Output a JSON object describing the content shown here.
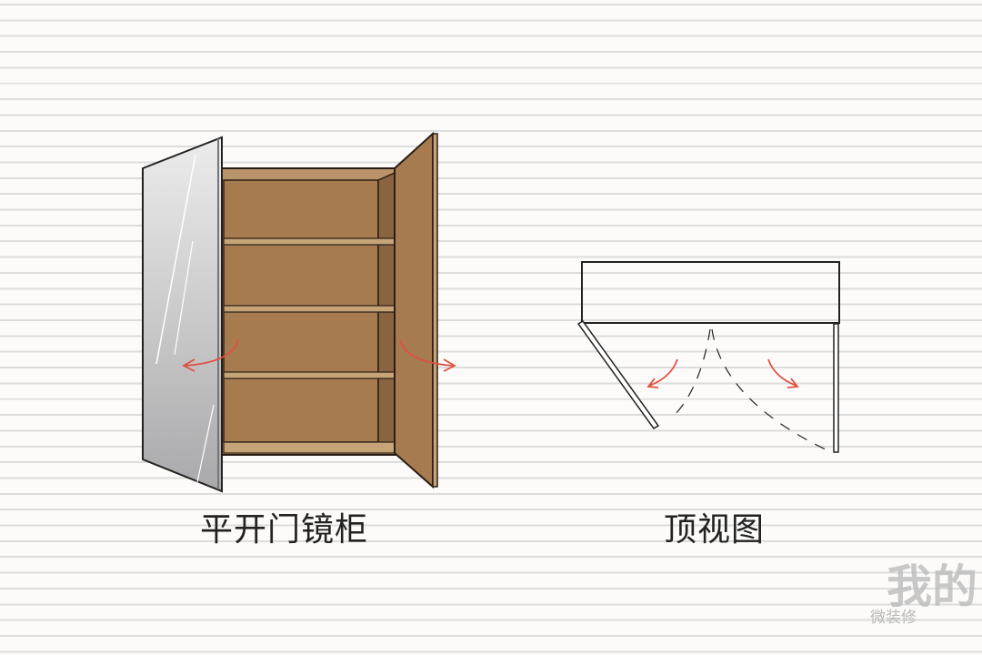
{
  "diagram": {
    "left": {
      "caption": "平开门镜柜",
      "description": "Mirror cabinet with two side-hinged doors open, four shelves",
      "shelf_count": 4,
      "colors": {
        "wood": "#a67b4f",
        "wood_dark": "#8a6440",
        "wood_light": "#c7a478",
        "mirror": "#c9c9cb",
        "outline": "#2a1e14",
        "arrow": "#e05040"
      }
    },
    "right": {
      "caption": "顶视图",
      "description": "Top view showing cabinet body and two doors swinging open with dashed arcs"
    }
  },
  "watermark": {
    "big": "我的",
    "small": "微装修"
  }
}
